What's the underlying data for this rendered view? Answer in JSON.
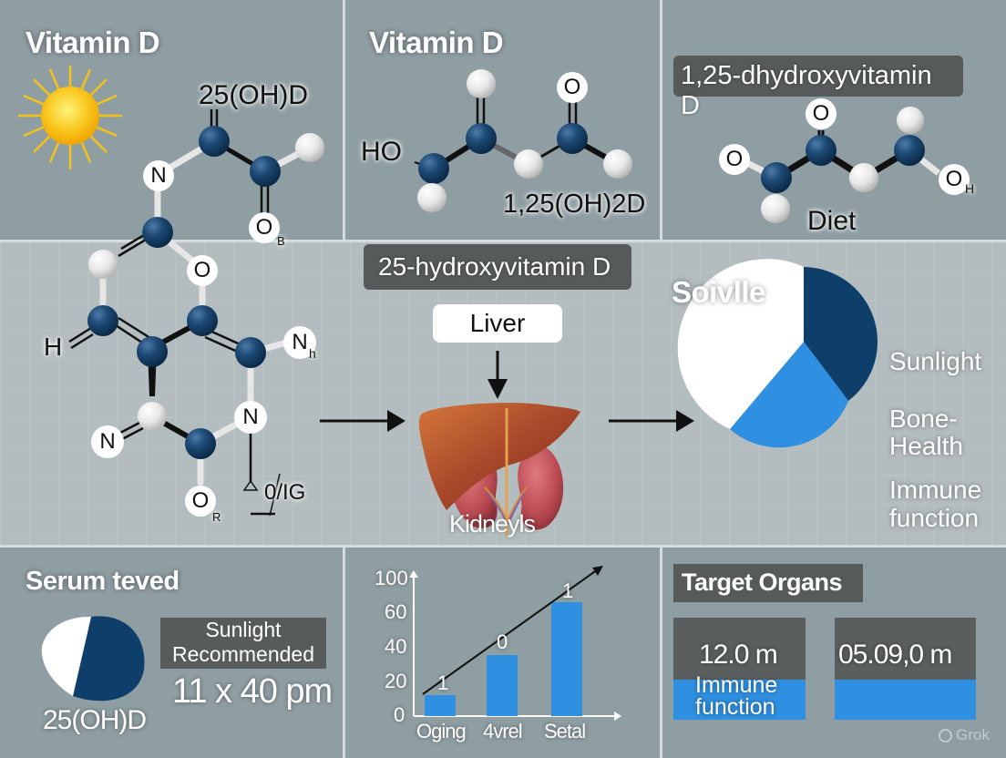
{
  "panels": {
    "top_left": {
      "title": "Vitamin D",
      "compound_label": "25(OH)D",
      "atom_labels": [
        "N",
        "O",
        "B"
      ]
    },
    "top_center": {
      "title": "Vitamin D",
      "atom_labels": [
        "HO",
        "O"
      ],
      "compound_label": "1,25(OH)2D"
    },
    "top_right": {
      "title_box": "1,25-dhydroxyvitamin D",
      "atom_labels": [
        "O",
        "O",
        "O",
        "H"
      ],
      "source_label": "Diet"
    },
    "middle_left": {
      "atom_labels": [
        "O",
        "H",
        "N",
        "h",
        "N",
        "N",
        "O",
        "R"
      ],
      "annotation": "0/IG"
    },
    "middle_center": {
      "title_box": "25-hydroxyvitamin D",
      "liver_label": "Liver",
      "kidneys_label": "Kidneyls"
    },
    "middle_right": {
      "title": "Soivlle",
      "legend": [
        "Sunlight",
        "Bone-\nHealth",
        "Immune\nfunction"
      ]
    },
    "bottom_left": {
      "title": "Serum teved",
      "box_line1": "Sunlight",
      "box_line2": "Recommended",
      "value": "11 x 40 pm",
      "pie_label": "25(OH)D"
    },
    "bottom_center": {
      "y_ticks": [
        "100",
        "60",
        "40",
        "20",
        "0"
      ],
      "x_labels": [
        "Oging",
        "4vrel",
        "Setal"
      ],
      "bar_labels": [
        "1",
        "0",
        "1"
      ]
    },
    "bottom_right": {
      "title_box": "Target Organs",
      "card1_value": "12.0 m",
      "card1_label_line1": "Immune",
      "card1_label_line2": "function",
      "card2_value": "05.09,0 m",
      "watermark": "Grok"
    }
  },
  "colors": {
    "atom_dark": "#1d4a75",
    "atom_light": "#e8e8e8",
    "bar_blue": "#2f8fe0",
    "pie_dark": "#0e3f6b",
    "pie_light": "#ffffff",
    "liver": "#b0502a",
    "kidney": "#c0545a",
    "sun": "#f7c81e"
  },
  "chart_data": [
    {
      "type": "pie",
      "title": "Soivlle",
      "categories": [
        "Sunlight",
        "Bone-Health",
        "Immune function"
      ],
      "values": [
        39,
        33,
        28
      ],
      "colors": [
        "#0e3f6b",
        "#2f8fe0",
        "#ffffff"
      ]
    },
    {
      "type": "pie",
      "title": "Serum teved",
      "categories": [
        "25(OH)D",
        "other"
      ],
      "values": [
        58,
        42
      ],
      "colors": [
        "#0e3f6b",
        "#ffffff"
      ]
    },
    {
      "type": "bar",
      "categories": [
        "Oging",
        "4vrel",
        "Setal"
      ],
      "values": [
        11,
        34,
        64
      ],
      "bar_labels": [
        "1",
        "0",
        "1"
      ],
      "y_ticks": [
        0,
        20,
        40,
        60,
        100
      ],
      "ylim": [
        0,
        100
      ],
      "trend_line": true
    }
  ]
}
